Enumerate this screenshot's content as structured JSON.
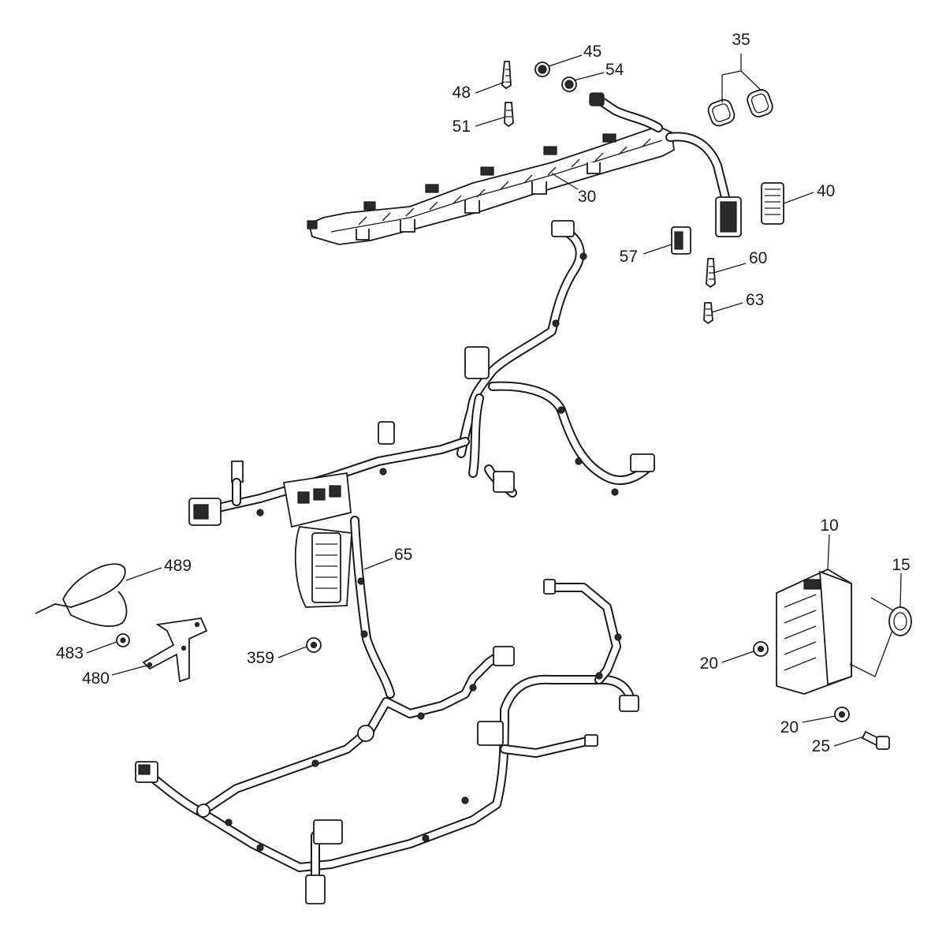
{
  "callouts": [
    {
      "id": "c35",
      "text": "35"
    },
    {
      "id": "c45",
      "text": "45"
    },
    {
      "id": "c54",
      "text": "54"
    },
    {
      "id": "c48",
      "text": "48"
    },
    {
      "id": "c51",
      "text": "51"
    },
    {
      "id": "c30",
      "text": "30"
    },
    {
      "id": "c40",
      "text": "40"
    },
    {
      "id": "c57",
      "text": "57"
    },
    {
      "id": "c60",
      "text": "60"
    },
    {
      "id": "c63",
      "text": "63"
    },
    {
      "id": "c10",
      "text": "10"
    },
    {
      "id": "c15",
      "text": "15"
    },
    {
      "id": "c65",
      "text": "65"
    },
    {
      "id": "c489",
      "text": "489"
    },
    {
      "id": "c483",
      "text": "483"
    },
    {
      "id": "c480",
      "text": "480"
    },
    {
      "id": "c359",
      "text": "359"
    },
    {
      "id": "c20a",
      "text": "20"
    },
    {
      "id": "c20b",
      "text": "20"
    },
    {
      "id": "c25",
      "text": "25"
    }
  ],
  "colors": {
    "ink": "#1a1a1a",
    "background": "#ffffff"
  }
}
